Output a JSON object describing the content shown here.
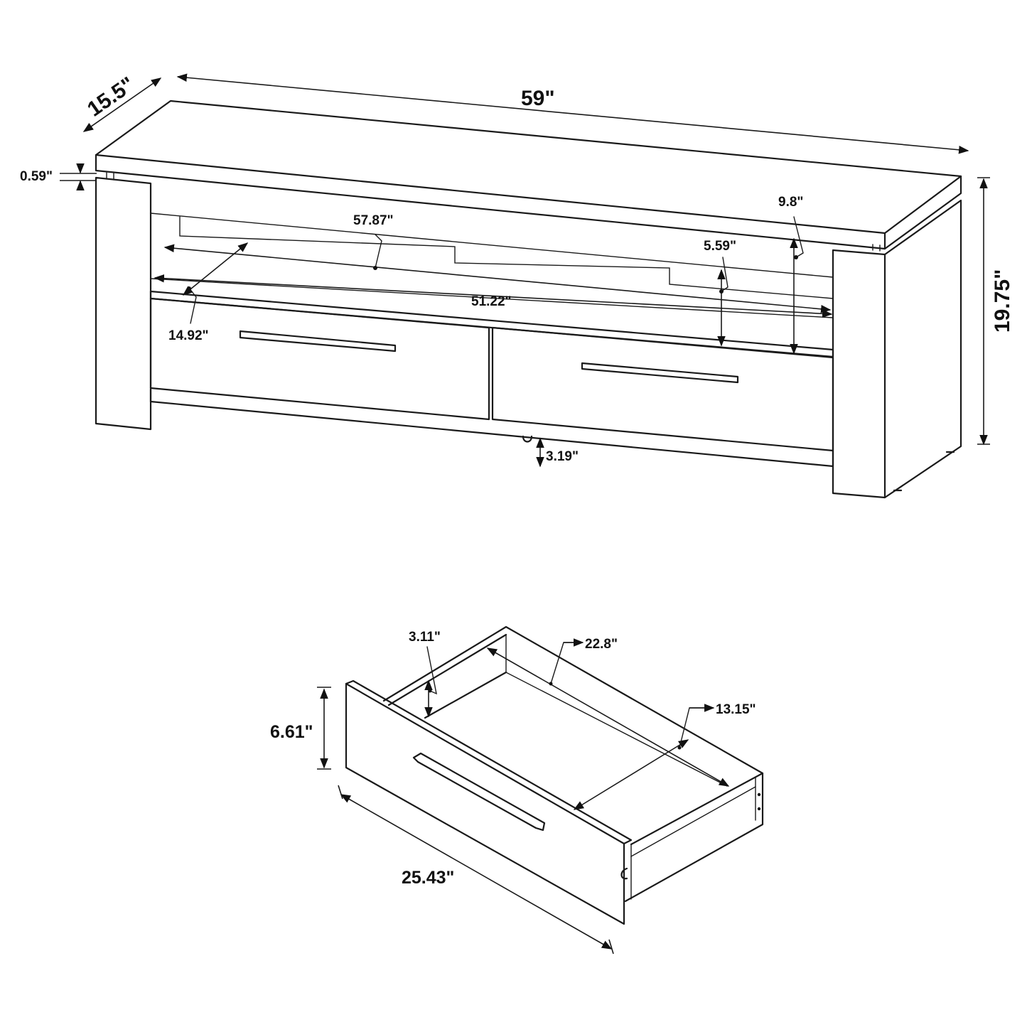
{
  "tv_stand": {
    "depth_label": "15.5\"",
    "width_label": "59\"",
    "top_thickness_label": "0.59\"",
    "height_label": "19.75\"",
    "shelf_width_label": "57.87\"",
    "inner_width_label": "51.22\"",
    "shelf_depth_label": "14.92\"",
    "opening_height_label": "9.8\"",
    "shelf_height_label": "5.59\"",
    "clearance_label": "3.19\""
  },
  "drawer": {
    "inner_height_label": "3.11\"",
    "inner_width_label": "22.8\"",
    "inner_depth_label": "13.15\"",
    "front_height_label": "6.61\"",
    "front_width_label": "25.43\""
  },
  "colors": {
    "line": "#1a1a1a",
    "background": "#ffffff"
  }
}
